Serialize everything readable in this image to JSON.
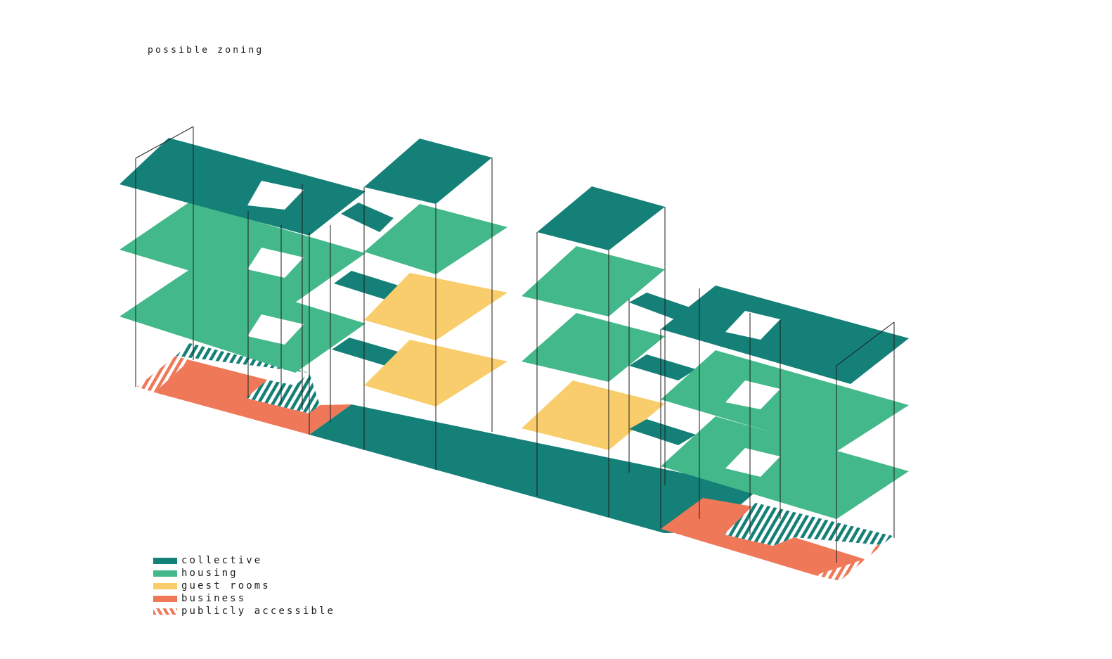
{
  "title": "possible zoning",
  "colors": {
    "collective": "#148078",
    "housing": "#43b88a",
    "guest_rooms": "#f9cd6b",
    "business": "#ef7859",
    "line": "#1e1e1e"
  },
  "legend": [
    {
      "label": "collective",
      "key": "collective",
      "pattern": "solid"
    },
    {
      "label": "housing",
      "key": "housing",
      "pattern": "solid"
    },
    {
      "label": "guest rooms",
      "key": "guest_rooms",
      "pattern": "solid"
    },
    {
      "label": "business",
      "key": "business",
      "pattern": "solid"
    },
    {
      "label": "publicly accessible",
      "key": "business",
      "pattern": "hatch"
    }
  ]
}
